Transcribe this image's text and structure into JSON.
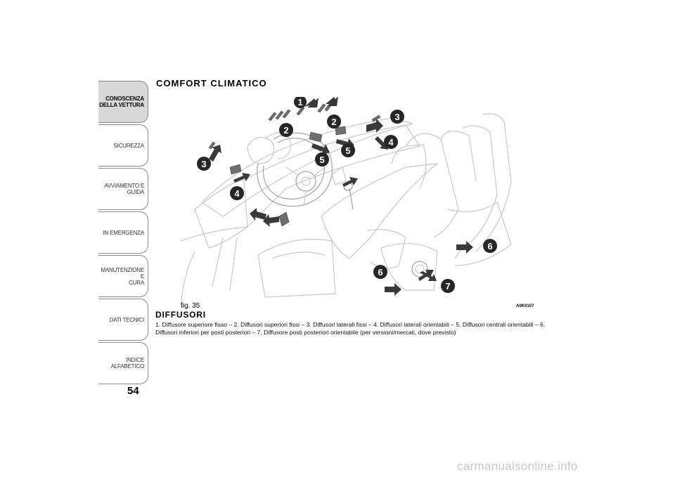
{
  "sidebar": {
    "tabs": [
      {
        "label_lines": [
          "CONOSCENZA",
          "DELLA VETTURA"
        ],
        "active": true
      },
      {
        "label_lines": [
          "SICUREZZA"
        ],
        "active": false
      },
      {
        "label_lines": [
          "AVVIAMENTO E",
          "GUIDA"
        ],
        "active": false
      },
      {
        "label_lines": [
          "IN EMERGENZA"
        ],
        "active": false
      },
      {
        "label_lines": [
          "MANUTENZIONE E",
          "CURA"
        ],
        "active": false
      },
      {
        "label_lines": [
          "DATI TECNICI"
        ],
        "active": false
      },
      {
        "label_lines": [
          "INDICE ALFABETICO"
        ],
        "active": false
      }
    ]
  },
  "page_number": "54",
  "section_title": "COMFORT CLIMATICO",
  "figure": {
    "label": "fig. 35",
    "code": "A0K0107",
    "callouts": [
      "1",
      "2",
      "2",
      "3",
      "3",
      "4",
      "4",
      "5",
      "5",
      "6",
      "6",
      "7"
    ]
  },
  "subheading": "DIFFUSORI",
  "caption": "1. Diffusore superiore fisso – 2. Diffusori superiori fissi – 3. Diffusori laterali fissi – 4. Diffusori laterali orientabili – 5. Diffusori centrali orientabili – 6. Diffusori inferiori per posti posteriori – 7. Diffusore posti posteriori orientabile (per versioni/mercati, dove previsto)",
  "watermark": "carmanualsonline.info",
  "colors": {
    "active_tab": "#d8d8d8",
    "tab_border": "#8a8a8a",
    "callout": "#262626",
    "line_art": "#c9c9c9"
  }
}
